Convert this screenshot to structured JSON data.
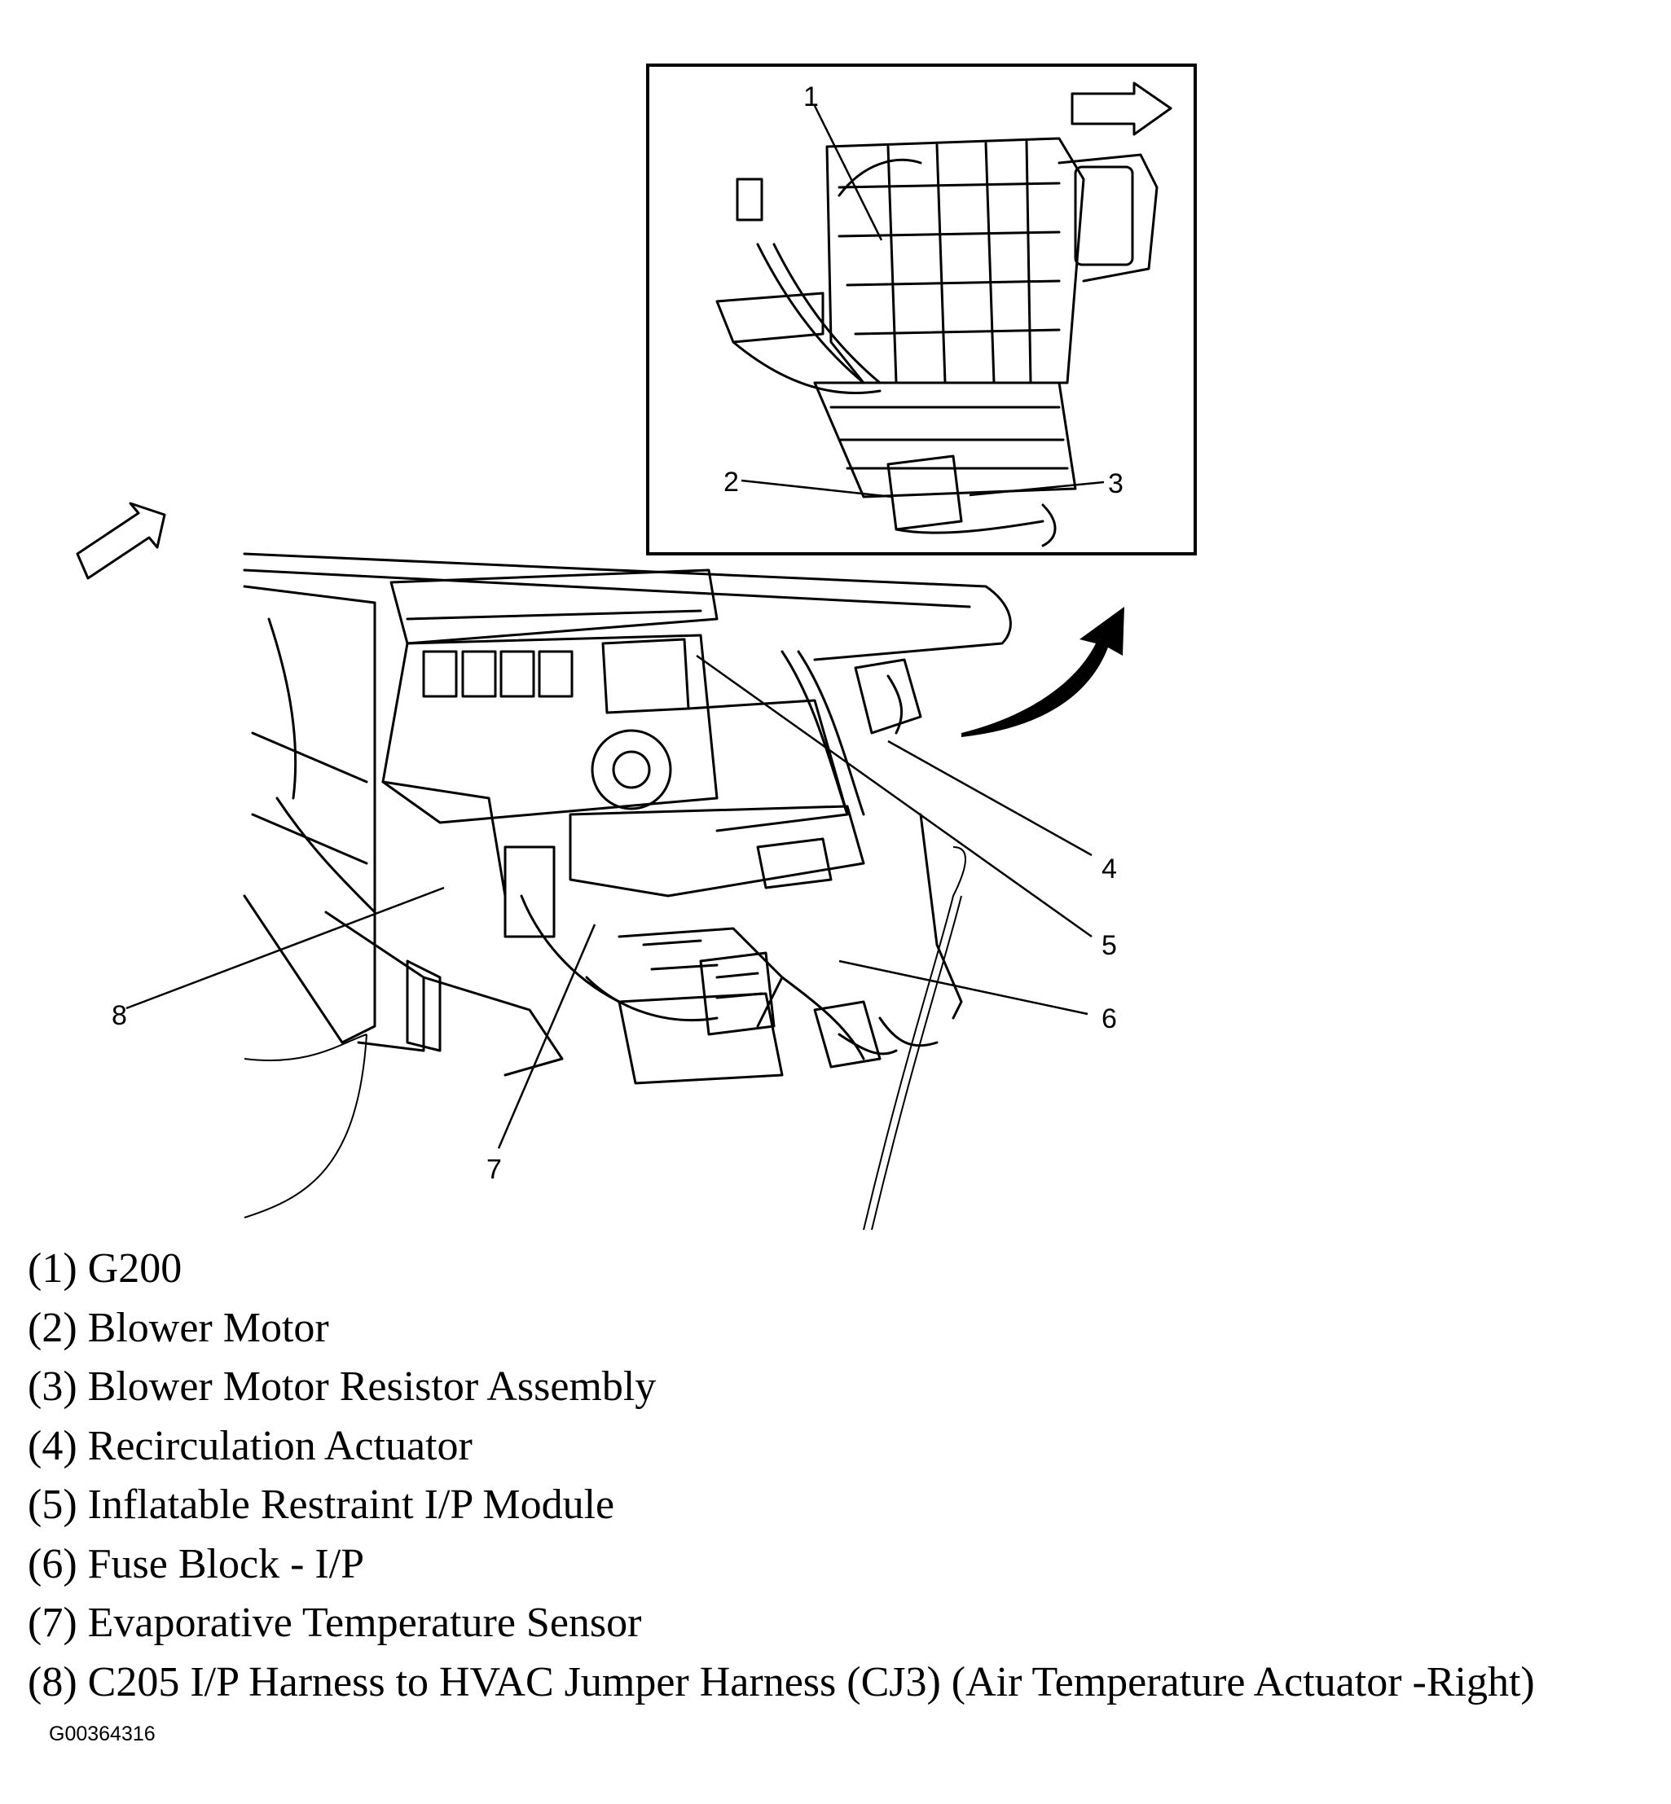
{
  "callouts": [
    "1",
    "2",
    "3",
    "4",
    "5",
    "6",
    "7",
    "8"
  ],
  "legend": [
    {
      "num": "(1)",
      "text": "G200"
    },
    {
      "num": "(2)",
      "text": "Blower Motor"
    },
    {
      "num": "(3)",
      "text": "Blower Motor Resistor Assembly"
    },
    {
      "num": "(4)",
      "text": "Recirculation Actuator"
    },
    {
      "num": "(5)",
      "text": "Inflatable Restraint I/P Module"
    },
    {
      "num": "(6)",
      "text": "Fuse Block - I/P"
    },
    {
      "num": "(7)",
      "text": "Evaporative Temperature Sensor"
    },
    {
      "num": "(8)",
      "text": "C205 I/P Harness to HVAC Jumper Harness (CJ3) (Air Temperature Actuator -Right)"
    }
  ],
  "figure_id": "G00364316"
}
